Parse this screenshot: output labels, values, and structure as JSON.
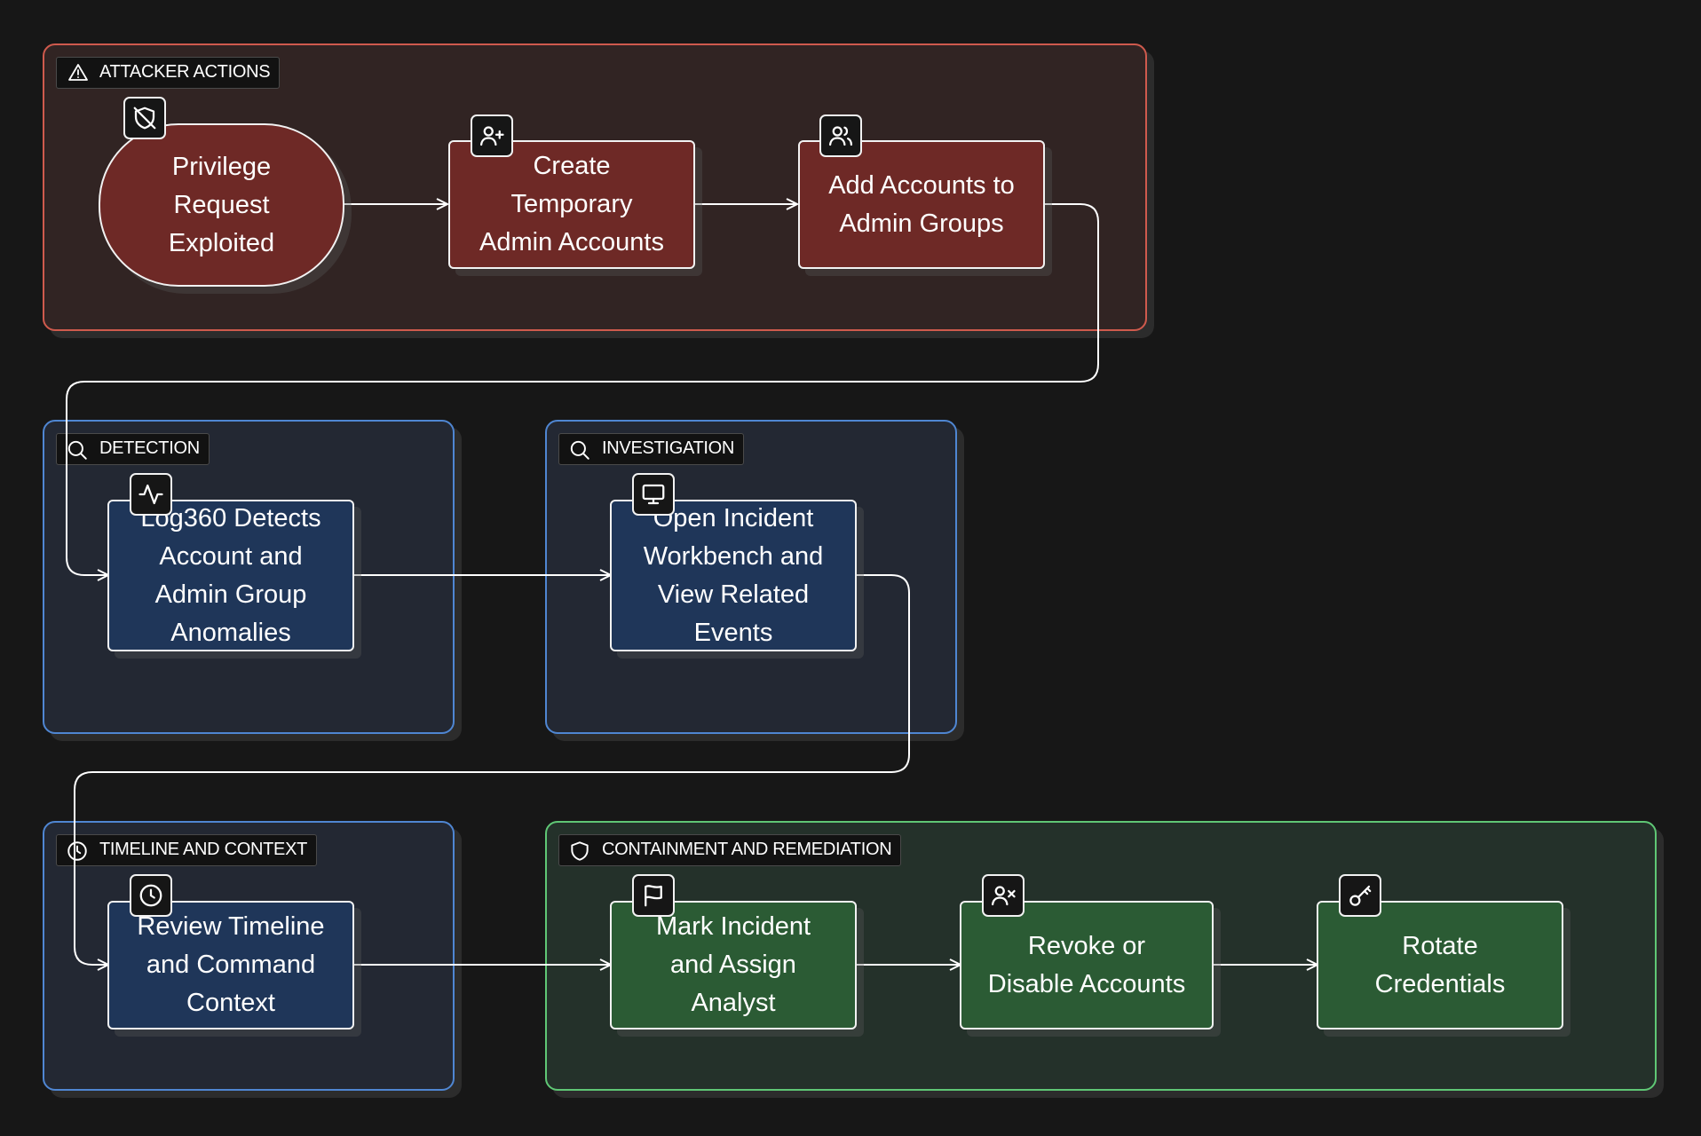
{
  "groups": {
    "attacker": {
      "label": "ATTACKER ACTIONS",
      "border": "#cf5a4d",
      "icon": "alert-triangle-icon"
    },
    "detection": {
      "label": "DETECTION",
      "border": "#4f86d2",
      "icon": "search-icon"
    },
    "investigation": {
      "label": "INVESTIGATION",
      "border": "#4f86d2",
      "icon": "search-icon"
    },
    "timeline": {
      "label": "TIMELINE AND CONTEXT",
      "border": "#4f86d2",
      "icon": "clock-icon"
    },
    "containment": {
      "label": "CONTAINMENT AND REMEDIATION",
      "border": "#5fc775",
      "icon": "shield-icon"
    }
  },
  "nodes": {
    "privilege": {
      "lines": [
        "Privilege",
        "Request",
        "Exploited"
      ],
      "icon": "shield-off-icon",
      "fill": "#6e2926"
    },
    "create": {
      "lines": [
        "Create",
        "Temporary",
        "Admin Accounts"
      ],
      "icon": "user-plus-icon",
      "fill": "#6e2926"
    },
    "addgroups": {
      "lines": [
        "Add Accounts to",
        "Admin Groups"
      ],
      "icon": "users-icon",
      "fill": "#6e2926"
    },
    "log360": {
      "lines": [
        "Log360 Detects",
        "Account and",
        "Admin Group",
        "Anomalies"
      ],
      "icon": "activity-icon",
      "fill": "#1f3659"
    },
    "workbench": {
      "lines": [
        "Open Incident",
        "Workbench and",
        "View Related",
        "Events"
      ],
      "icon": "monitor-icon",
      "fill": "#1f3659"
    },
    "timeline": {
      "lines": [
        "Review Timeline",
        "and Command",
        "Context"
      ],
      "icon": "clock-icon",
      "fill": "#1f3659"
    },
    "mark": {
      "lines": [
        "Mark Incident",
        "and Assign",
        "Analyst"
      ],
      "icon": "flag-icon",
      "fill": "#2b5b34"
    },
    "revoke": {
      "lines": [
        "Revoke or",
        "Disable Accounts"
      ],
      "icon": "user-x-icon",
      "fill": "#2b5b34"
    },
    "rotate": {
      "lines": [
        "Rotate",
        "Credentials"
      ],
      "icon": "key-icon",
      "fill": "#2b5b34"
    }
  },
  "edges": [
    [
      "privilege",
      "create"
    ],
    [
      "create",
      "addgroups"
    ],
    [
      "addgroups",
      "log360"
    ],
    [
      "log360",
      "workbench"
    ],
    [
      "workbench",
      "timeline"
    ],
    [
      "timeline",
      "mark"
    ],
    [
      "mark",
      "revoke"
    ],
    [
      "revoke",
      "rotate"
    ]
  ]
}
